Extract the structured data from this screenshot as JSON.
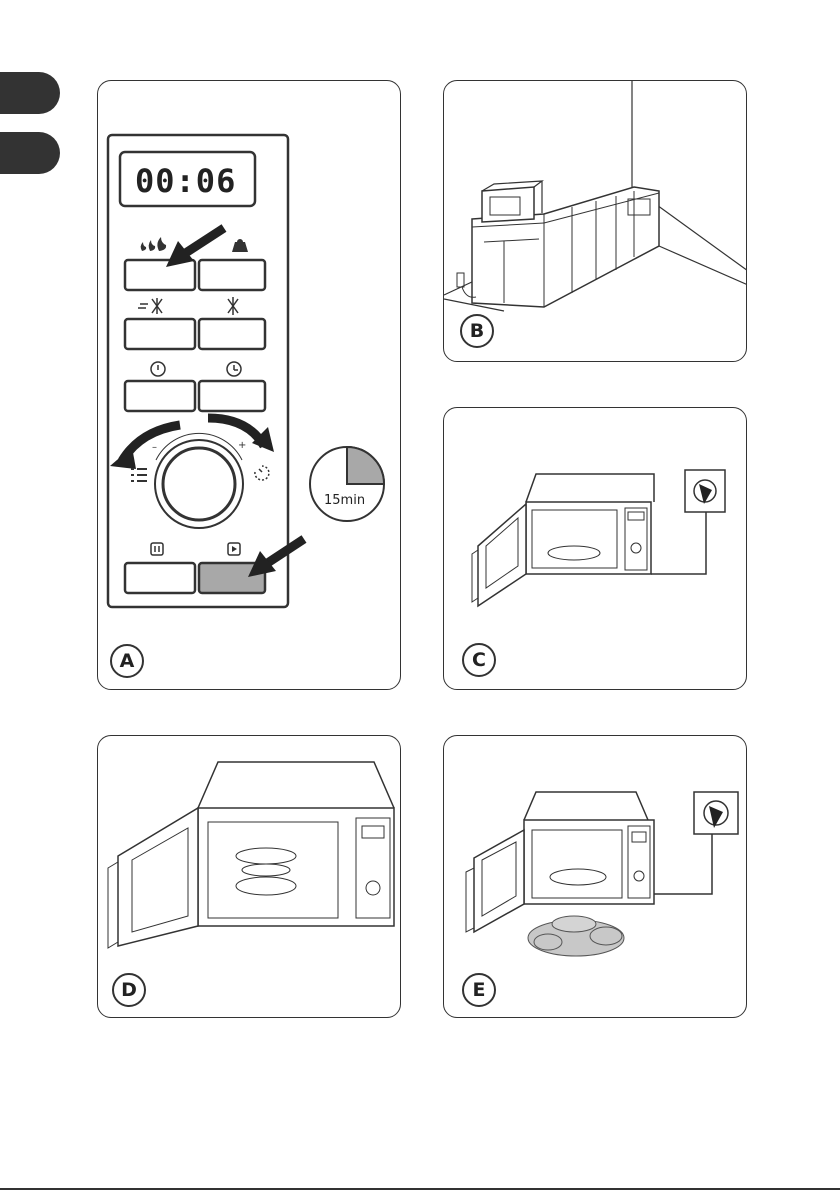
{
  "side_tabs": [
    "tab-1",
    "tab-2"
  ],
  "panels": {
    "a": {
      "label": "A",
      "display": "00:06",
      "timer_label": "15min"
    },
    "b": {
      "label": "B"
    },
    "c": {
      "label": "C"
    },
    "d": {
      "label": "D"
    },
    "e": {
      "label": "E"
    }
  },
  "colors": {
    "ink": "#333333",
    "highlight": "#a8a8a8",
    "panel_bg": "#ffffff"
  }
}
